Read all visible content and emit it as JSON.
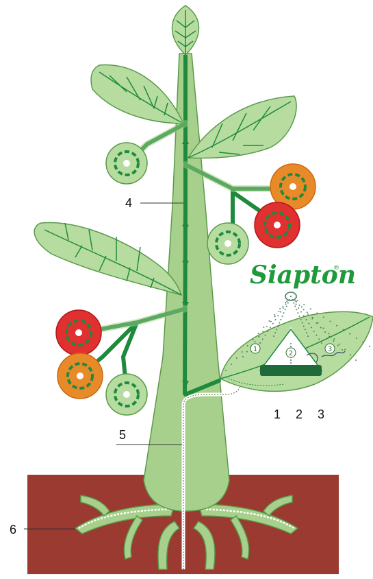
{
  "callouts": {
    "four": "4",
    "five": "5",
    "six": "6",
    "legend_one": "1",
    "legend_two": "2",
    "legend_three": "3",
    "circle_one": "1",
    "circle_two": "2",
    "circle_three": "3"
  },
  "brand": {
    "name": "Siapton",
    "mark": "®"
  },
  "colors": {
    "soil": "#9b3a30",
    "stem": "#a8d08d",
    "vein": "#1e8a3c",
    "leaf": "#b7dca0",
    "fruit_red": "#e03030",
    "fruit_orange": "#e88a2a",
    "brand": "#1e9a3a"
  }
}
